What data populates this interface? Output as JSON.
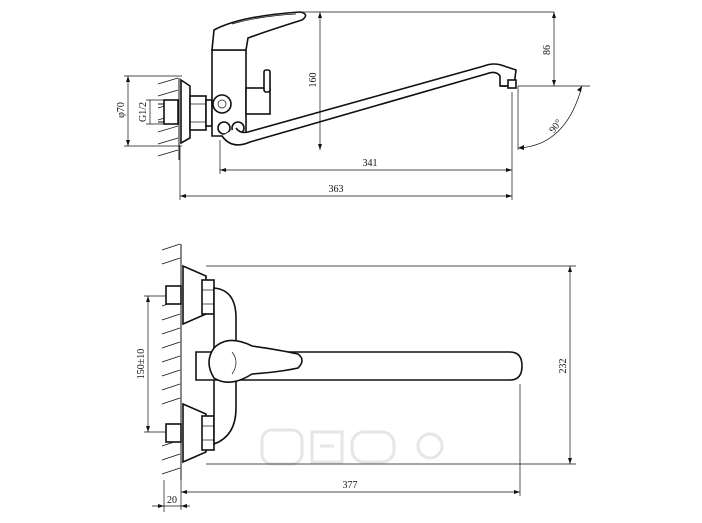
{
  "side_view": {
    "dim_overall_length": "363",
    "dim_spout_reach": "341",
    "dim_height": "160",
    "dim_spout_drop": "86",
    "dim_angle": "90°",
    "dim_flange_diameter": "φ70",
    "dim_thread": "G1/2"
  },
  "top_view": {
    "dim_spout_length": "377",
    "dim_width": "232",
    "dim_center_distance": "150±10",
    "dim_wall_offset": "20"
  }
}
